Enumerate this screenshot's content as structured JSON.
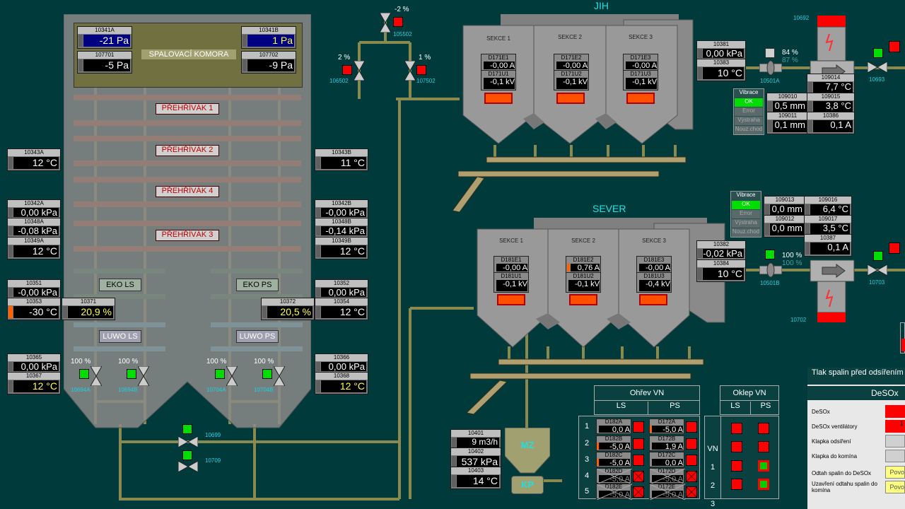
{
  "boiler": {
    "chamber_label": "SPALOVACÍ KOMORA",
    "superheaters": [
      "PŘEHŘÍVÁK 1",
      "PŘEHŘÍVÁK 2",
      "PŘEHŘÍVÁK 4",
      "PŘEHŘÍVÁK 3"
    ],
    "eko_ls": "EKO LS",
    "eko_ps": "EKO PS",
    "luwo_ls": "LUWO LS",
    "luwo_ps": "LUWO PS"
  },
  "tags": {
    "t10341A": {
      "id": "10341A",
      "value": "-21 Pa"
    },
    "t10341B": {
      "id": "10341B",
      "value": "1 Pa"
    },
    "t107701": {
      "id": "107701",
      "value": "-5 Pa"
    },
    "t107702": {
      "id": "107702",
      "value": "-9 Pa"
    },
    "t10343A": {
      "id": "10343A",
      "value": "12 °C"
    },
    "t10343B": {
      "id": "10343B",
      "value": "11 °C"
    },
    "t10342A": {
      "id": "10342A",
      "value": "0,00 kPa"
    },
    "t10348A": {
      "id": "10348A",
      "value": "-0,08 kPa"
    },
    "t10349A": {
      "id": "10349A",
      "value": "12 °C"
    },
    "t10342B": {
      "id": "10342B",
      "value": "-0,00 kPa"
    },
    "t10348B": {
      "id": "10348B",
      "value": "-0,14 kPa"
    },
    "t10349B": {
      "id": "10349B",
      "value": "12 °C"
    },
    "t10351": {
      "id": "10351",
      "value": "-0,00 kPa"
    },
    "t10353": {
      "id": "10353",
      "value": "-30 °C"
    },
    "t10371": {
      "id": "10371",
      "value": "20,9 %"
    },
    "t10372": {
      "id": "10372",
      "value": "20,5 %"
    },
    "t10352": {
      "id": "10352",
      "value": "0,00 kPa"
    },
    "t10354": {
      "id": "10354",
      "value": "12 °C"
    },
    "t10365": {
      "id": "10365",
      "value": "0,00 kPa"
    },
    "t10367": {
      "id": "10367",
      "value": "12 °C"
    },
    "t10366": {
      "id": "10366",
      "value": "0,00 kPa"
    },
    "t10368": {
      "id": "10368",
      "value": "12 °C"
    },
    "t10381": {
      "id": "10381",
      "value": "0,00 kPa"
    },
    "t10383": {
      "id": "10383",
      "value": "10 °C"
    },
    "t10382": {
      "id": "10382",
      "value": "-0,02 kPa"
    },
    "t10384": {
      "id": "10384",
      "value": "10 °C"
    },
    "t10401": {
      "id": "10401",
      "value": "9 m3/h"
    },
    "t10402": {
      "id": "10402",
      "value": "537 kPa"
    },
    "t10403": {
      "id": "10403",
      "value": "14 °C"
    }
  },
  "valves": {
    "v10694A": {
      "pct": "100 %",
      "id": "10694A"
    },
    "v10694B": {
      "pct": "100 %",
      "id": "10694B"
    },
    "v10704A": {
      "pct": "100 %",
      "id": "10704A"
    },
    "v10704B": {
      "pct": "100 %",
      "id": "10704B"
    },
    "v105502": {
      "pct": "-2 %",
      "id": "105502"
    },
    "v106502": {
      "pct": "2 %",
      "id": "106502"
    },
    "v107502": {
      "pct": "1 %",
      "id": "107502"
    },
    "v10699": {
      "id": "10699"
    },
    "v10709": {
      "id": "10709"
    },
    "v10501A": {
      "pct": "84 %",
      "pct2": "87 %",
      "id": "10501A"
    },
    "v10501B": {
      "pct": "100 %",
      "pct2": "100 %",
      "id": "10501B"
    },
    "v10693": {
      "id": "10693"
    },
    "v10703": {
      "id": "10703"
    }
  },
  "jih": {
    "title": "JIH",
    "sections": [
      {
        "name": "SEKCE 1",
        "e_tag": "D171E1",
        "e_val": "-0,00 A",
        "u_tag": "D171U1",
        "u_val": "-0,1 kV"
      },
      {
        "name": "SEKCE 2",
        "e_tag": "D171E2",
        "e_val": "-0,00 A",
        "u_tag": "D171U2",
        "u_val": "-0,1 kV"
      },
      {
        "name": "SEKCE 3",
        "e_tag": "D171E3",
        "e_val": "-0,00 A",
        "u_tag": "D171U3",
        "u_val": "-0,1 kV"
      }
    ]
  },
  "sever": {
    "title": "SEVER",
    "sections": [
      {
        "name": "SEKCE 1",
        "e_tag": "D181E1",
        "e_val": "-0,00 A",
        "u_tag": "D181U1",
        "u_val": "-0,1 kV"
      },
      {
        "name": "SEKCE 2",
        "e_tag": "D181E2",
        "e_val": "0,76 A",
        "u_tag": "D181U2",
        "u_val": "-0,1 kV"
      },
      {
        "name": "SEKCE 3",
        "e_tag": "D181E3",
        "e_val": "-0,00 A",
        "u_tag": "D181U3",
        "u_val": "-0,4 kV"
      }
    ]
  },
  "fan_top": {
    "id": "10692",
    "t109014": {
      "id": "109014",
      "value": "7,7 °C"
    },
    "t109010": {
      "id": "109010",
      "value": "0,5 mm"
    },
    "t109015": {
      "id": "109015",
      "value": "3,8 °C"
    },
    "t109011": {
      "id": "109011",
      "value": "0,1 mm"
    },
    "t10386": {
      "id": "10386",
      "value": "0,1 A"
    }
  },
  "fan_bottom": {
    "id": "10702",
    "t109013": {
      "id": "109013",
      "value": "0,0 mm"
    },
    "t109016": {
      "id": "109016",
      "value": "6,4 °C"
    },
    "t109012": {
      "id": "109012",
      "value": "0,0 mm"
    },
    "t109017": {
      "id": "109017",
      "value": "3,5 °C"
    },
    "t10387": {
      "id": "10387",
      "value": "0,1 A"
    }
  },
  "vibrace": {
    "title": "Vibrace",
    "items": [
      "OK",
      "Error",
      "Výstraha",
      "Nouz.chod"
    ]
  },
  "tanks": {
    "mz": "MZ",
    "kp": "KP"
  },
  "ohrev": {
    "title": "Ohřev VN",
    "col_ls": "LS",
    "col_ps": "PS",
    "rows": [
      {
        "n": "1",
        "ls_tag": "D182A",
        "ls_val": "0,0 A",
        "ps_tag": "D172A",
        "ps_val": "-5,0 A"
      },
      {
        "n": "2",
        "ls_tag": "D182B",
        "ls_val": "-5,0 A",
        "ps_tag": "D172B",
        "ps_val": "1,9 A"
      },
      {
        "n": "3",
        "ls_tag": "D182C",
        "ls_val": "-5,0 A",
        "ps_tag": "D172C",
        "ps_val": "0,0 A"
      },
      {
        "n": "4",
        "ls_tag": "D182D",
        "ls_val": "-5,0 A",
        "ps_tag": "D172D",
        "ps_val": "-5,0 A"
      },
      {
        "n": "5",
        "ls_tag": "D182E",
        "ls_val": "-5,0 A",
        "ps_tag": "D172E",
        "ps_val": "-5,0 A"
      }
    ]
  },
  "oklep": {
    "title": "Oklep VN",
    "col_ls": "LS",
    "col_ps": "PS",
    "row_vn": "VN",
    "rows": [
      "1",
      "2",
      "3"
    ]
  },
  "desox": {
    "header": "Tlak spalin před odsířením",
    "title": "DeSOx",
    "rows": [
      "DeSOx",
      "DeSOx ventilátory",
      "Klapka odsíření",
      "Klapka do komína",
      "Odtah spalin do DeSOx",
      "Uzavření odtahu spalin do komína"
    ],
    "btn_a": "Povo",
    "btn_b": "Povo",
    "num": "1"
  }
}
